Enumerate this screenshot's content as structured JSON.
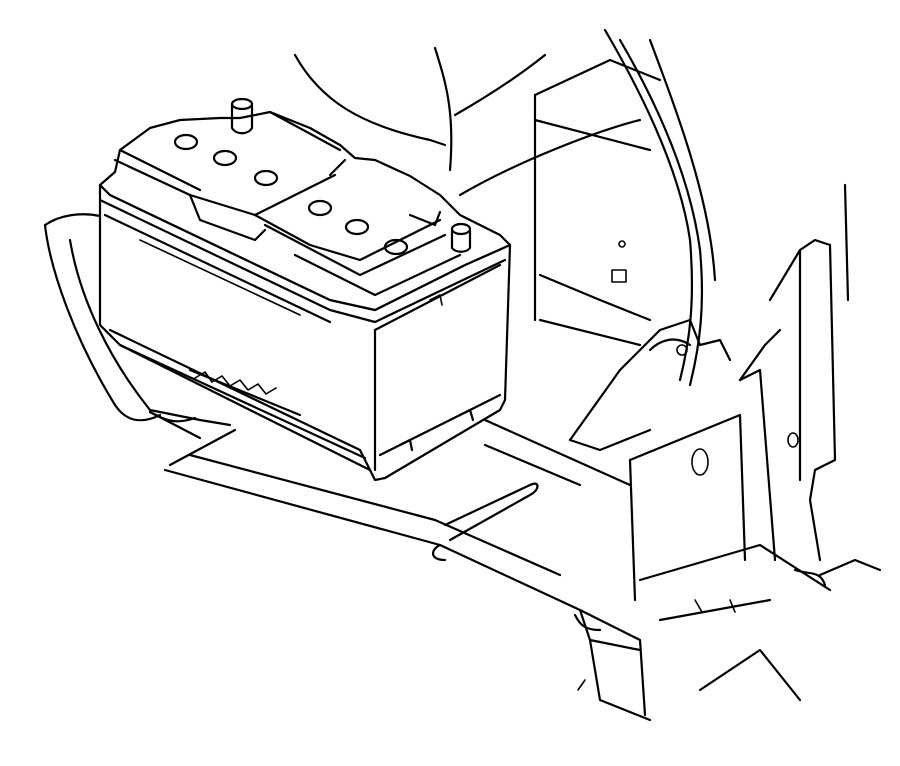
{
  "diagram": {
    "line_color": "#000000",
    "background_color": "#ffffff",
    "components": [
      {
        "name": "battery",
        "shown": true
      },
      {
        "name": "battery-tray",
        "shown": true
      },
      {
        "name": "vehicle-body-panel",
        "shown": true
      },
      {
        "name": "leader-line",
        "shown": true
      }
    ]
  }
}
